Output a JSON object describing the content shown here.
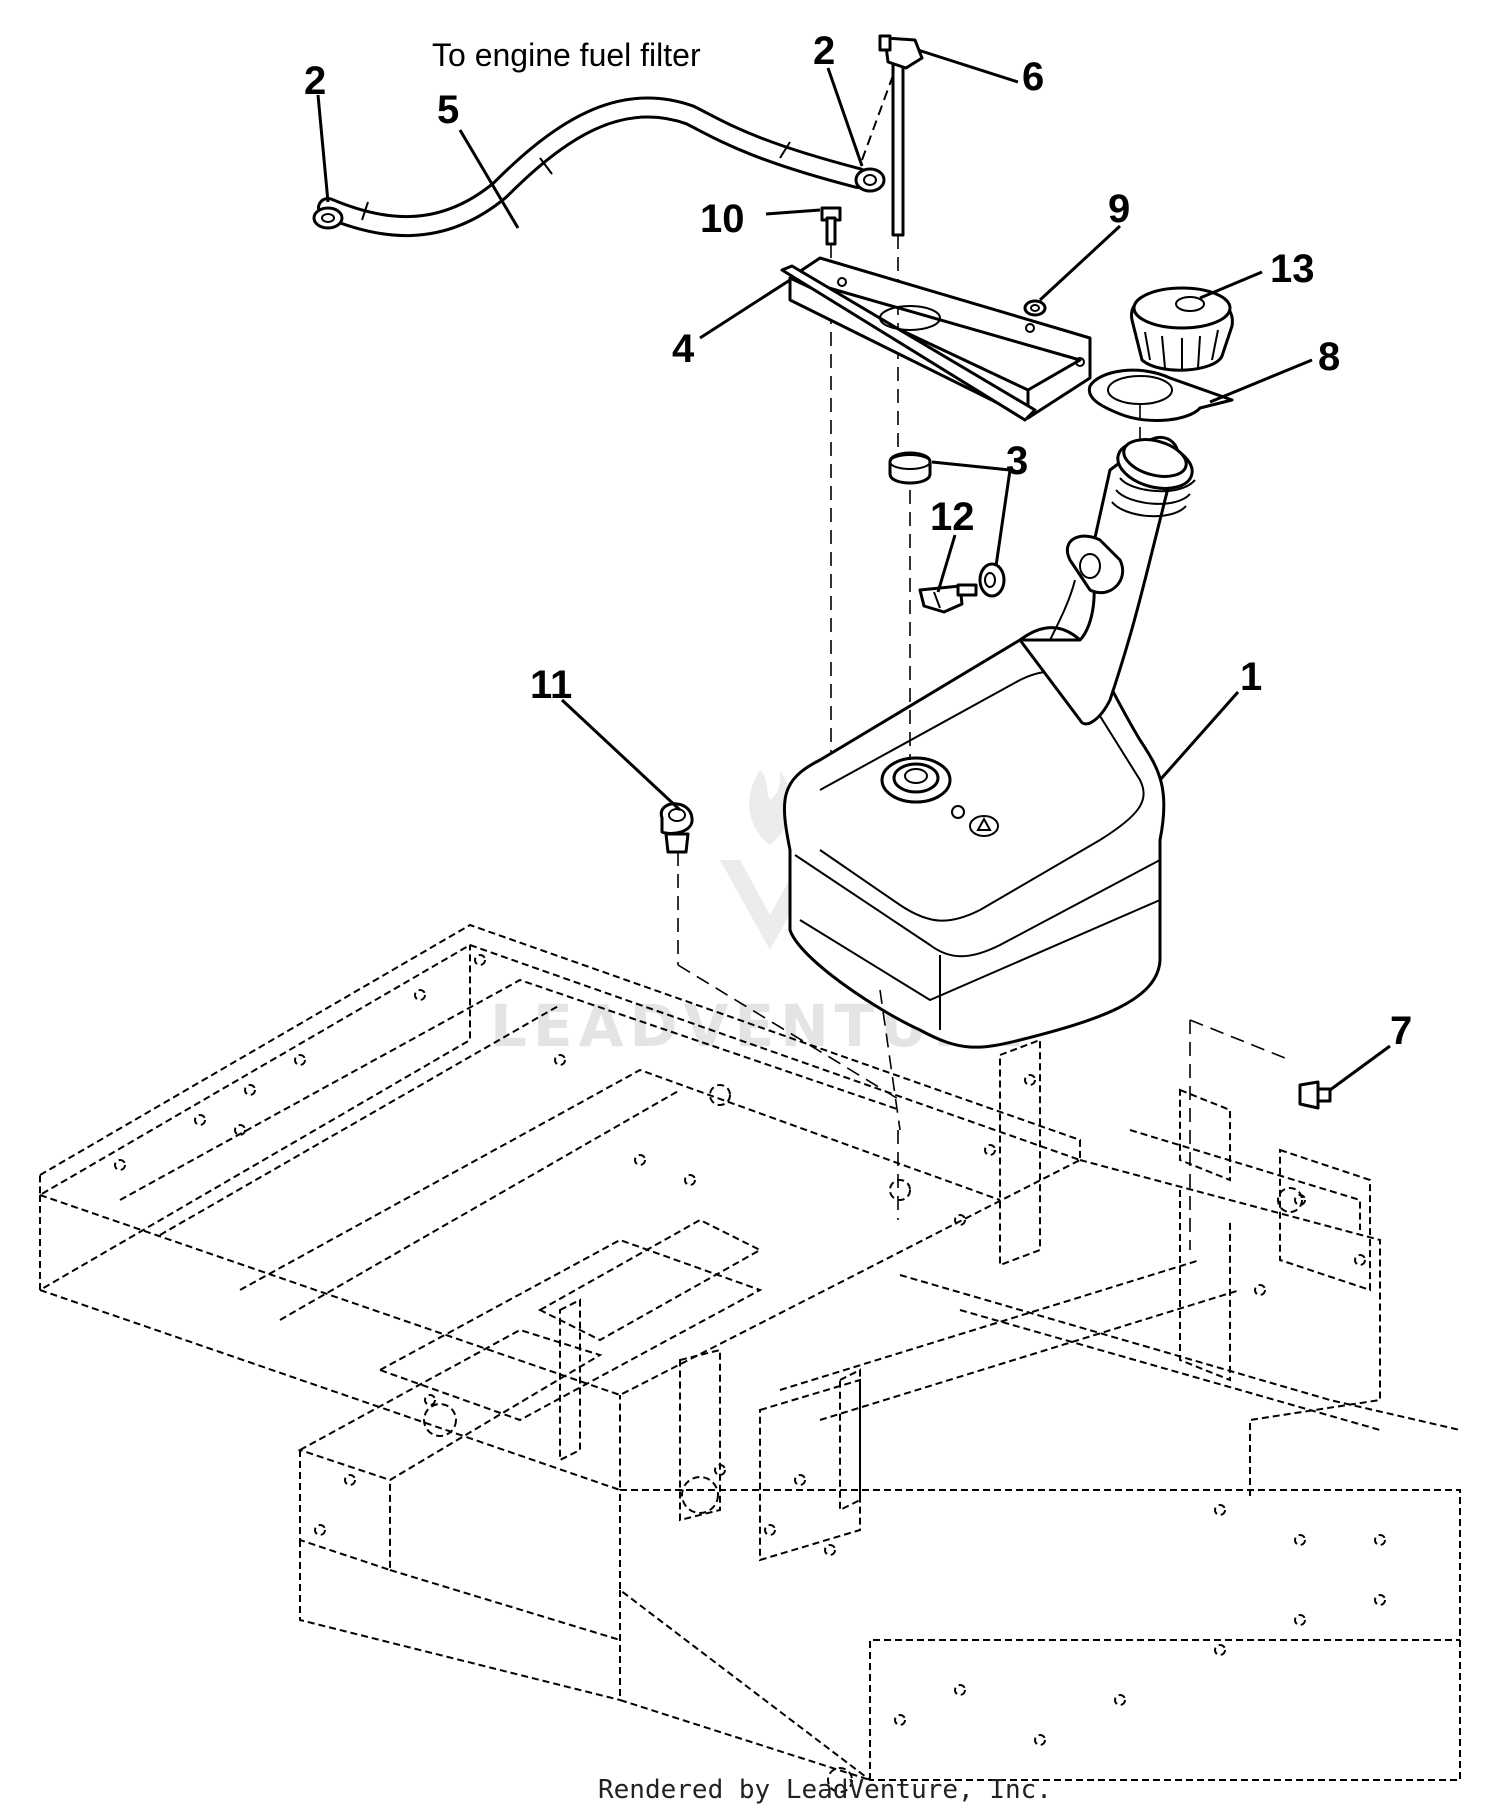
{
  "diagram": {
    "note": "To engine fuel filter",
    "footer": "Rendered by LeadVenture, Inc.",
    "watermark": "LEADVENTURE",
    "callouts": [
      {
        "id": "c1",
        "label": "1"
      },
      {
        "id": "c2a",
        "label": "2"
      },
      {
        "id": "c2b",
        "label": "2"
      },
      {
        "id": "c3",
        "label": "3"
      },
      {
        "id": "c4",
        "label": "4"
      },
      {
        "id": "c5",
        "label": "5"
      },
      {
        "id": "c6",
        "label": "6"
      },
      {
        "id": "c7",
        "label": "7"
      },
      {
        "id": "c8",
        "label": "8"
      },
      {
        "id": "c9",
        "label": "9"
      },
      {
        "id": "c10",
        "label": "10"
      },
      {
        "id": "c11",
        "label": "11"
      },
      {
        "id": "c12",
        "label": "12"
      },
      {
        "id": "c13",
        "label": "13"
      }
    ]
  }
}
